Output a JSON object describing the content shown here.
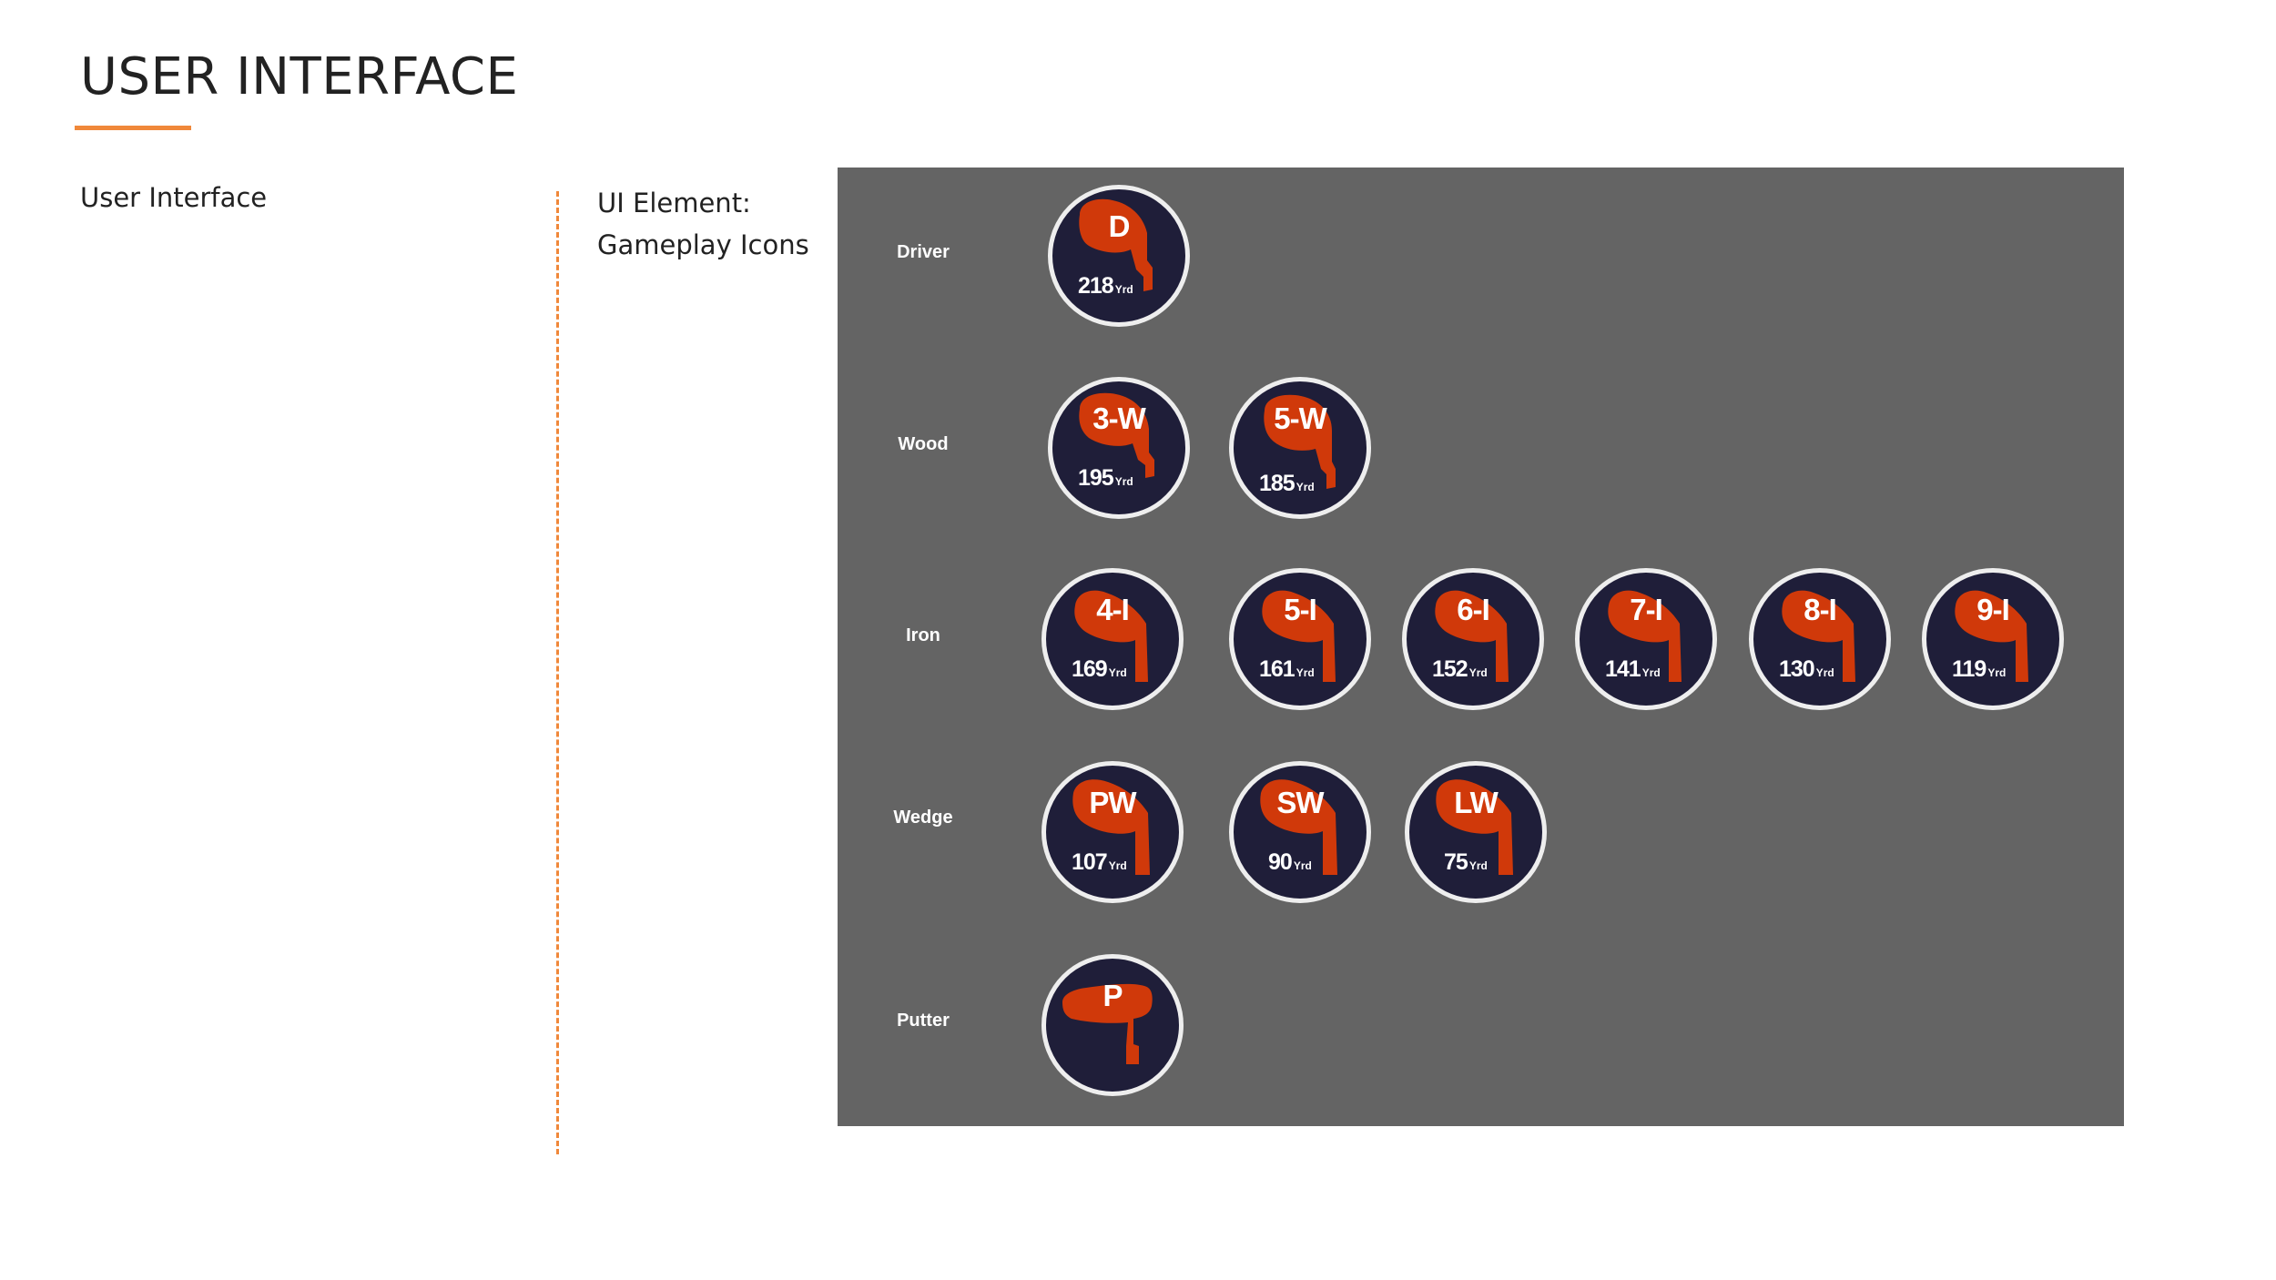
{
  "header": {
    "title": "USER INTERFACE"
  },
  "section": {
    "label": "User Interface"
  },
  "ui_element": {
    "line1": "UI Element:",
    "line2": "Gameplay Icons"
  },
  "colors": {
    "accent": "#f0883a",
    "panel": "#646464",
    "icon_bg": "#1f1e39",
    "icon_border": "#eeeeee",
    "club_head": "#d0390a"
  },
  "icons": {
    "driver": {
      "label": "Driver",
      "clubs": [
        {
          "code": "D",
          "distance": "218",
          "unit": "Yrd",
          "icon": "driver-icon"
        }
      ]
    },
    "wood": {
      "label": "Wood",
      "clubs": [
        {
          "code": "3-W",
          "distance": "195",
          "unit": "Yrd",
          "icon": "wood-icon"
        },
        {
          "code": "5-W",
          "distance": "185",
          "unit": "Yrd",
          "icon": "wood-icon"
        }
      ]
    },
    "iron": {
      "label": "Iron",
      "clubs": [
        {
          "code": "4-I",
          "distance": "169",
          "unit": "Yrd",
          "icon": "iron-icon"
        },
        {
          "code": "5-I",
          "distance": "161",
          "unit": "Yrd",
          "icon": "iron-icon"
        },
        {
          "code": "6-I",
          "distance": "152",
          "unit": "Yrd",
          "icon": "iron-icon"
        },
        {
          "code": "7-I",
          "distance": "141",
          "unit": "Yrd",
          "icon": "iron-icon"
        },
        {
          "code": "8-I",
          "distance": "130",
          "unit": "Yrd",
          "icon": "iron-icon"
        },
        {
          "code": "9-I",
          "distance": "119",
          "unit": "Yrd",
          "icon": "iron-icon"
        }
      ]
    },
    "wedge": {
      "label": "Wedge",
      "clubs": [
        {
          "code": "PW",
          "distance": "107",
          "unit": "Yrd",
          "icon": "wedge-icon"
        },
        {
          "code": "SW",
          "distance": "90",
          "unit": "Yrd",
          "icon": "wedge-icon"
        },
        {
          "code": "LW",
          "distance": "75",
          "unit": "Yrd",
          "icon": "wedge-icon"
        }
      ]
    },
    "putter": {
      "label": "Putter",
      "clubs": [
        {
          "code": "P",
          "icon": "putter-icon"
        }
      ]
    }
  }
}
